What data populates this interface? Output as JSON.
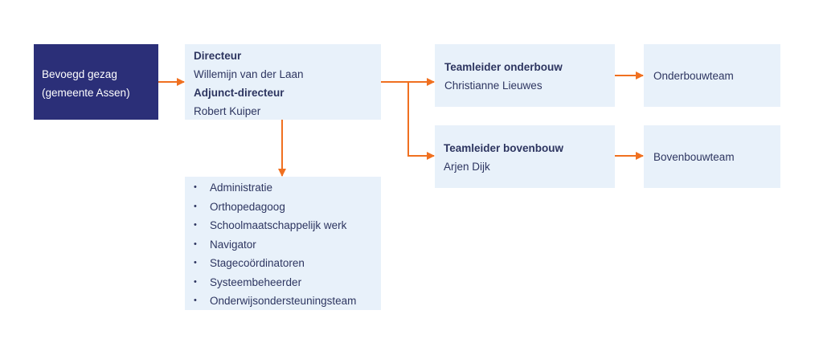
{
  "authority": {
    "line1": "Bevoegd gezag",
    "line2": "(gemeente Assen)"
  },
  "direction": {
    "director_role": "Directeur",
    "director_name": "Willemijn van der Laan",
    "deputy_role": "Adjunct-directeur",
    "deputy_name": "Robert Kuiper"
  },
  "lower_school": {
    "lead_role": "Teamleider onderbouw",
    "lead_name": "Christianne Lieuwes",
    "team": "Onderbouwteam"
  },
  "upper_school": {
    "lead_role": "Teamleider bovenbouw",
    "lead_name": "Arjen Dijk",
    "team": "Bovenbouwteam"
  },
  "support_staff": [
    "Administratie",
    "Orthopedagoog",
    "Schoolmaatschappelijk werk",
    "Navigator",
    "Stagecoördinatoren",
    "Systeembeheerder",
    "Onderwijsondersteuningsteam"
  ],
  "colors": {
    "authority_box": "#2b2f78",
    "node_box": "#e8f1fa",
    "text": "#2d3560",
    "arrow": "#f07020"
  }
}
